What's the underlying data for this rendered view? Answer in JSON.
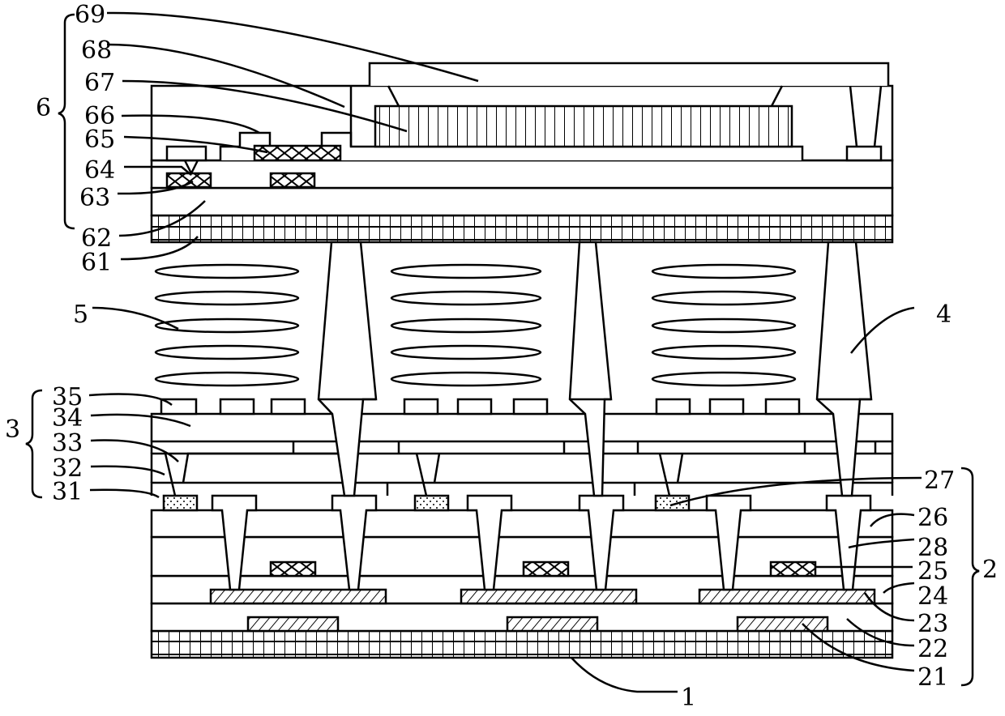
{
  "labels": {
    "l69": "69",
    "l68": "68",
    "l67": "67",
    "l66": "66",
    "l65": "65",
    "l64": "64",
    "l63": "63",
    "l62": "62",
    "l61": "61",
    "l6": "6",
    "l5": "5",
    "l4": "4",
    "l35": "35",
    "l34": "34",
    "l33": "33",
    "l32": "32",
    "l31": "31",
    "l3": "3",
    "l27": "27",
    "l26": "26",
    "l28": "28",
    "l25": "25",
    "l24": "24",
    "l23": "23",
    "l22": "22",
    "l21": "21",
    "l2": "2",
    "l1": "1"
  },
  "colors": {
    "stroke": "#000000",
    "fill": "#ffffff"
  }
}
